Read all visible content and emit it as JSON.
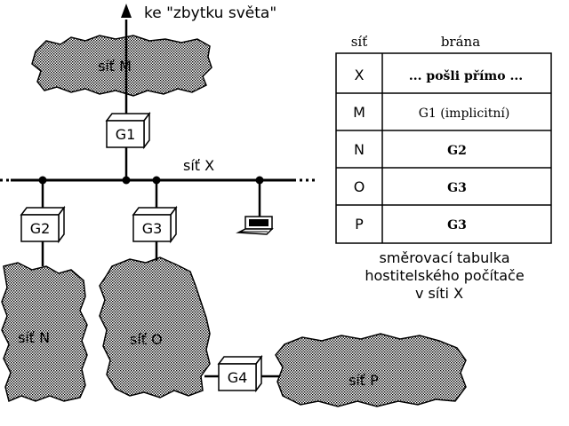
{
  "top_label": "ke \"zbytku světa\"",
  "networks": {
    "m": "síť M",
    "x": "síť X",
    "n": "síť N",
    "o": "síť O",
    "p": "síť P"
  },
  "gateways": {
    "g1": "G1",
    "g2": "G2",
    "g3": "G3",
    "g4": "G4"
  },
  "table": {
    "header_net": "síť",
    "header_gw": "brána",
    "rows": [
      {
        "net": "X",
        "gw": "... pošli přímo ..."
      },
      {
        "net": "M",
        "gw": "G1 (implicitní)"
      },
      {
        "net": "N",
        "gw": "G2"
      },
      {
        "net": "O",
        "gw": "G3"
      },
      {
        "net": "P",
        "gw": "G3"
      }
    ]
  },
  "caption": {
    "line1": "směrovací tabulka",
    "line2": "hostitelského počítače",
    "line3": "v síti X"
  },
  "icons": {
    "host": "computer-terminal-icon"
  }
}
